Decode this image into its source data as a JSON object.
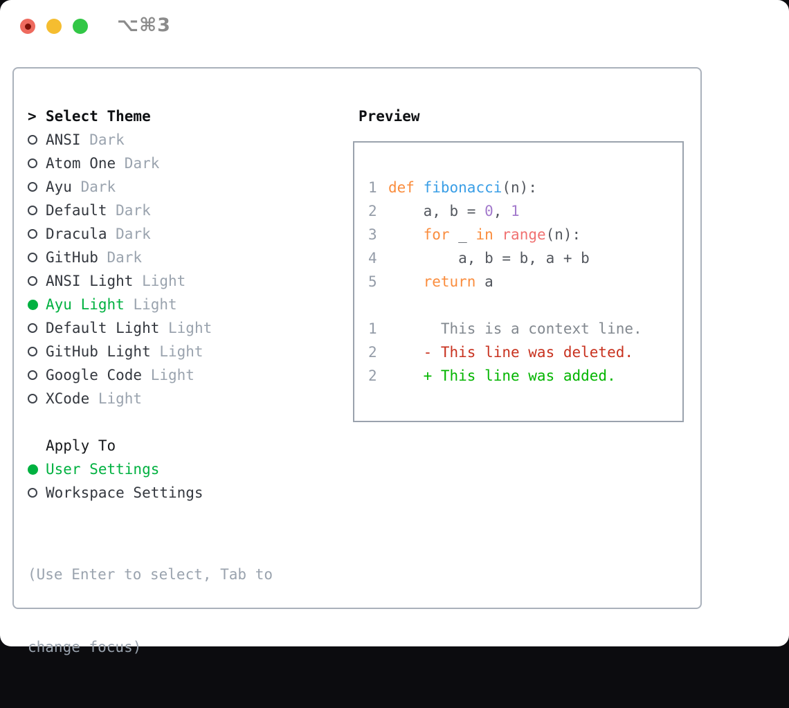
{
  "window": {
    "shortcut": "⌥⌘3",
    "traffic_lights": [
      "close",
      "minimize",
      "zoom"
    ]
  },
  "colors": {
    "selected_green": "#00b140",
    "keyword_orange": "#fa8d3e",
    "function_blue": "#399ee6",
    "builtin_coral": "#f07171",
    "number_purple": "#a37acc",
    "diff_deleted_red": "#c8321f",
    "diff_added_green": "#03b500",
    "muted_gray": "#9aa3ae",
    "panel_border": "#aab1bb",
    "preview_border": "#9aa2ad"
  },
  "picker": {
    "title_marker": ">",
    "title": "Select Theme",
    "themes": [
      {
        "name": "ANSI",
        "variant": "Dark",
        "selected": false
      },
      {
        "name": "Atom One",
        "variant": "Dark",
        "selected": false
      },
      {
        "name": "Ayu",
        "variant": "Dark",
        "selected": false
      },
      {
        "name": "Default",
        "variant": "Dark",
        "selected": false
      },
      {
        "name": "Dracula",
        "variant": "Dark",
        "selected": false
      },
      {
        "name": "GitHub",
        "variant": "Dark",
        "selected": false
      },
      {
        "name": "ANSI Light",
        "variant": "Light",
        "selected": false
      },
      {
        "name": "Ayu Light",
        "variant": "Light",
        "selected": true
      },
      {
        "name": "Default Light",
        "variant": "Light",
        "selected": false
      },
      {
        "name": "GitHub Light",
        "variant": "Light",
        "selected": false
      },
      {
        "name": "Google Code",
        "variant": "Light",
        "selected": false
      },
      {
        "name": "XCode",
        "variant": "Light",
        "selected": false
      }
    ],
    "apply_to": {
      "title": "Apply To",
      "options": [
        {
          "label": "User Settings",
          "selected": true
        },
        {
          "label": "Workspace Settings",
          "selected": false
        }
      ]
    },
    "hint_line1": "(Use Enter to select, Tab to",
    "hint_line2": "change focus)"
  },
  "preview": {
    "title": "Preview",
    "lines": [
      {
        "num": "1",
        "tokens": [
          {
            "t": "def",
            "c": "kw"
          },
          {
            "t": " ",
            "c": "fg"
          },
          {
            "t": "fibonacci",
            "c": "fn"
          },
          {
            "t": "(n):",
            "c": "fg"
          }
        ]
      },
      {
        "num": "2",
        "tokens": [
          {
            "t": "    a, b = ",
            "c": "fg"
          },
          {
            "t": "0",
            "c": "num"
          },
          {
            "t": ", ",
            "c": "fg"
          },
          {
            "t": "1",
            "c": "num"
          }
        ]
      },
      {
        "num": "3",
        "tokens": [
          {
            "t": "    ",
            "c": "fg"
          },
          {
            "t": "for",
            "c": "kw"
          },
          {
            "t": " _ ",
            "c": "fg"
          },
          {
            "t": "in",
            "c": "kw"
          },
          {
            "t": " ",
            "c": "fg"
          },
          {
            "t": "range",
            "c": "sp"
          },
          {
            "t": "(n):",
            "c": "fg"
          }
        ]
      },
      {
        "num": "4",
        "tokens": [
          {
            "t": "        a, b = b, a + b",
            "c": "fg"
          }
        ]
      },
      {
        "num": "5",
        "tokens": [
          {
            "t": "    ",
            "c": "fg"
          },
          {
            "t": "return",
            "c": "kw"
          },
          {
            "t": " a",
            "c": "fg"
          }
        ]
      },
      {
        "num": "",
        "tokens": []
      },
      {
        "num": "1",
        "tokens": [
          {
            "t": "      This is a context line.",
            "c": "ctx"
          }
        ]
      },
      {
        "num": "2",
        "tokens": [
          {
            "t": "    - This line was deleted.",
            "c": "del"
          }
        ]
      },
      {
        "num": "2",
        "tokens": [
          {
            "t": "    + This line was added.",
            "c": "add"
          }
        ]
      }
    ]
  }
}
